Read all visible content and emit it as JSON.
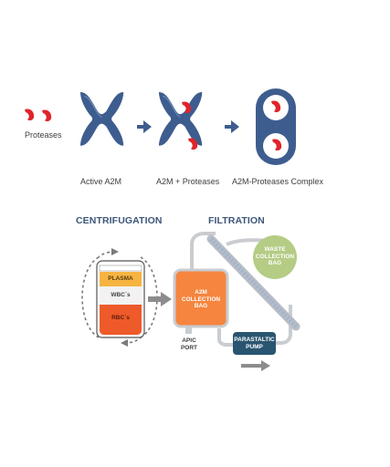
{
  "labels": {
    "proteases": "Proteases",
    "active_a2m": "Active A2M",
    "a2m_plus_proteases": "A2M + Proteases",
    "complex": "A2M-Proteases Complex"
  },
  "sections": {
    "centrifugation": "CENTRIFUGATION",
    "filtration": "FILTRATION"
  },
  "tube": {
    "plasma": "PLASMA",
    "wbc": "WBC´s",
    "rbc": "RBC´s"
  },
  "filtration": {
    "collection_bag_1": "A2M",
    "collection_bag_2": "COLLECTION",
    "collection_bag_3": "BAG",
    "waste_bag_1": "WASTE",
    "waste_bag_2": "COLLECTION",
    "waste_bag_3": "BAG",
    "pump_1": "PARASTALTIC",
    "pump_2": "PUMP",
    "port_1": "APIC",
    "port_2": "PORT"
  },
  "colors": {
    "a2m_blue": "#3e5d8f",
    "protease_red": "#e0242a",
    "header_blue": "#3c567a",
    "plasma": "#f6b440",
    "rbc": "#ef5a2a",
    "collection_bag": "#f5853f",
    "waste_bag": "#b4cc84",
    "pump": "#2a5570",
    "arrow_gray": "#8c8c8c"
  }
}
